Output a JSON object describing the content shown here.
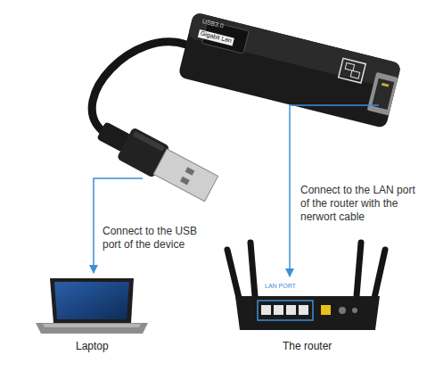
{
  "diagram": {
    "labels": [
      "USB3.0",
      "Gigabit Lan",
      "Connect to the USB port of the device",
      "Connect to the LAN port of the router with the nerwort cable",
      "Laptop",
      "LAN PORT",
      "The router"
    ]
  }
}
